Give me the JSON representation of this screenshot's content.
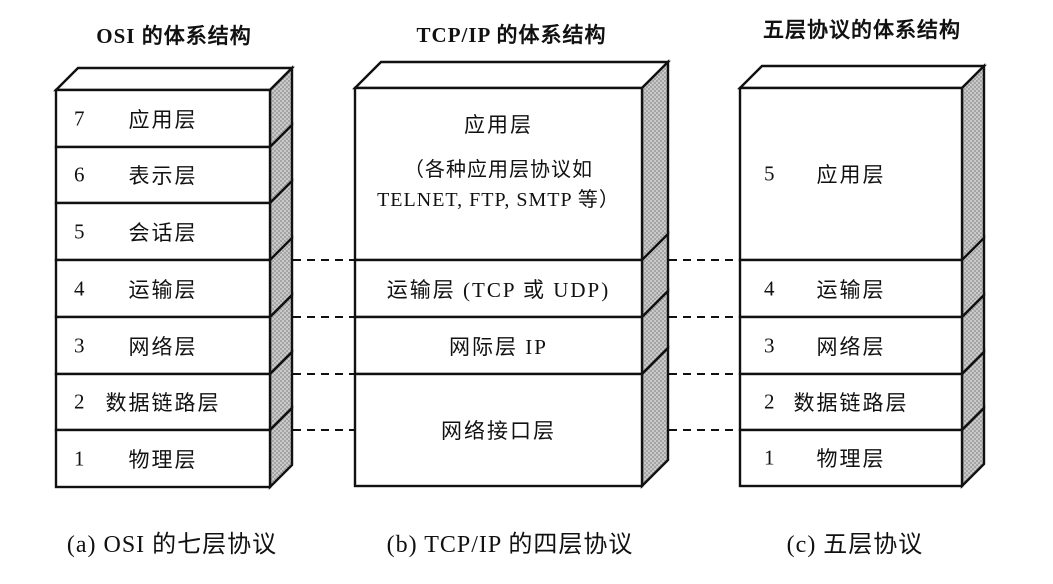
{
  "figure": {
    "colors": {
      "ink": "#111111",
      "paper": "#ffffff",
      "hatch_base": "#c9c9c9",
      "hatch_dot": "#8a8a8a"
    },
    "stacks": [
      {
        "title": "OSI 的体系结构",
        "caption": "(a) OSI 的七层协议",
        "layers": [
          {
            "num": "7",
            "label": "应用层"
          },
          {
            "num": "6",
            "label": "表示层"
          },
          {
            "num": "5",
            "label": "会话层"
          },
          {
            "num": "4",
            "label": "运输层"
          },
          {
            "num": "3",
            "label": "网络层"
          },
          {
            "num": "2",
            "label": "数据链路层"
          },
          {
            "num": "1",
            "label": "物理层"
          }
        ]
      },
      {
        "title": "TCP/IP 的体系结构",
        "caption": "(b) TCP/IP 的四层协议",
        "layers": [
          {
            "label": "应用层",
            "sub_line1": "（各种应用层协议如",
            "sub_line2": "TELNET, FTP, SMTP 等）"
          },
          {
            "label": "运输层 (TCP 或 UDP)"
          },
          {
            "label": "网际层 IP"
          },
          {
            "label": "网络接口层"
          }
        ]
      },
      {
        "title": "五层协议的体系结构",
        "caption": "(c) 五层协议",
        "layers": [
          {
            "num": "5",
            "label": "应用层"
          },
          {
            "num": "4",
            "label": "运输层"
          },
          {
            "num": "3",
            "label": "网络层"
          },
          {
            "num": "2",
            "label": "数据链路层"
          },
          {
            "num": "1",
            "label": "物理层"
          }
        ]
      }
    ]
  }
}
